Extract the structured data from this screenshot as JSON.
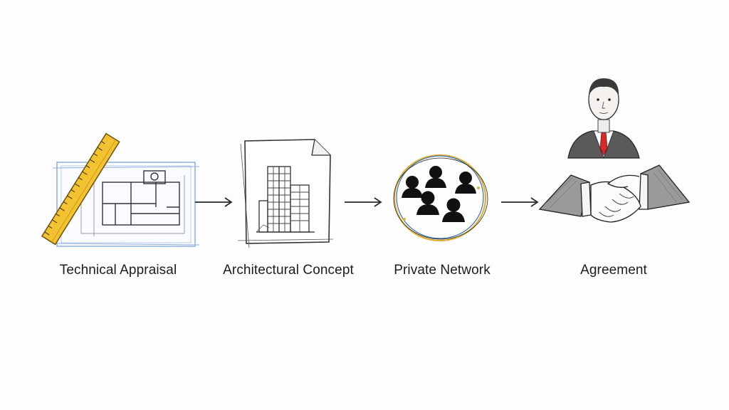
{
  "steps": [
    {
      "label": "Technical Appraisal",
      "icon": "blueprint-ruler-icon"
    },
    {
      "label": "Architectural Concept",
      "icon": "building-sketch-icon"
    },
    {
      "label": "Private Network",
      "icon": "people-network-icon"
    },
    {
      "label": "Agreement",
      "icon": "handshake-icon"
    }
  ],
  "colors": {
    "ruler": "#f2c230",
    "tie": "#d42a2a",
    "ring_gold": "#e0b030",
    "ring_blue": "#3a6fb8",
    "blueprint_blue": "#8fb0dd",
    "ink": "#2a2a2a"
  }
}
